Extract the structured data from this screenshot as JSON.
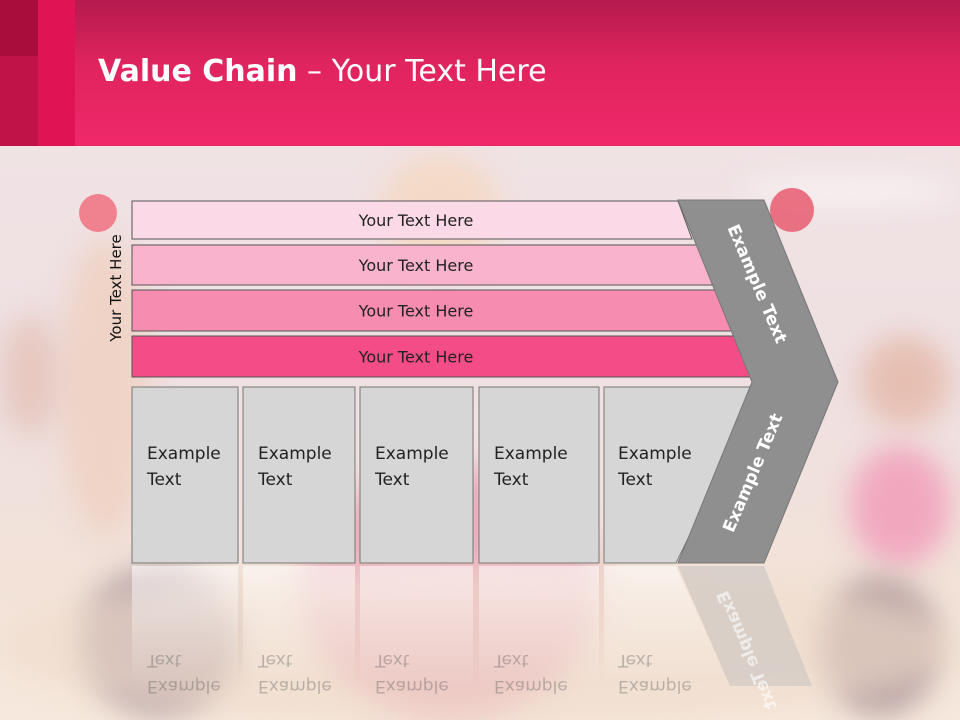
{
  "header": {
    "title_bold": "Value Chain",
    "title_rest": " – Your Text Here"
  },
  "side_label": "Your Text Here",
  "rows": [
    {
      "label": "Your Text Here",
      "color": "#fcd9e6"
    },
    {
      "label": "Your Text Here",
      "color": "#f9b3cc"
    },
    {
      "label": "Your Text Here",
      "color": "#f78cb1"
    },
    {
      "label": "Your Text Here",
      "color": "#f44c86"
    }
  ],
  "boxes": [
    {
      "line1": "Example",
      "line2": "Text"
    },
    {
      "line1": "Example",
      "line2": "Text"
    },
    {
      "line1": "Example",
      "line2": "Text"
    },
    {
      "line1": "Example",
      "line2": "Text"
    },
    {
      "line1": "Example",
      "line2": "Text"
    }
  ],
  "chevron": {
    "upper": "Example Text",
    "lower": "Example Text",
    "color": "#8f8f8f"
  },
  "colors": {
    "header": "#e0245e",
    "box_fill": "#d6d6d6"
  }
}
